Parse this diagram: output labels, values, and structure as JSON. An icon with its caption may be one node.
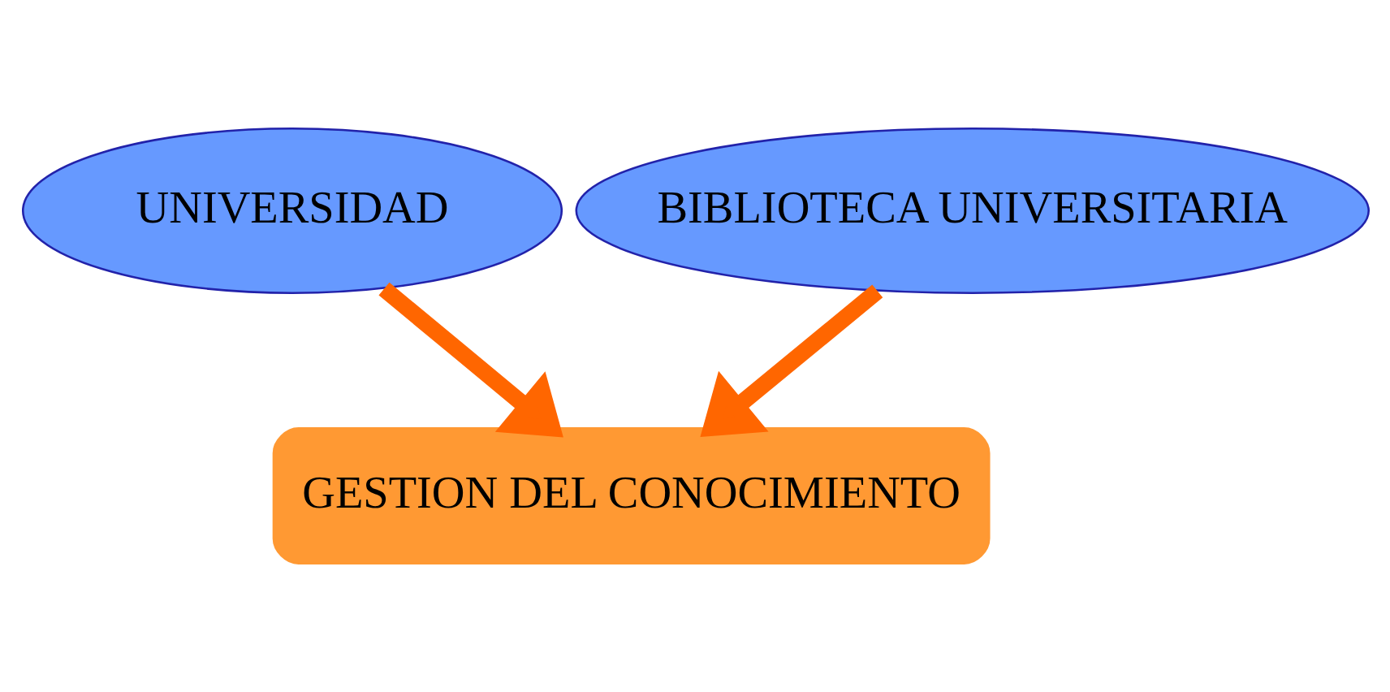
{
  "diagram": {
    "nodes": [
      {
        "text": [
          "UNIVERSIDAD"
        ]
      },
      {
        "text": [
          "BIBLIOTECA UNIVERSITARIA"
        ]
      },
      {
        "text": [
          "GESTION DEL CONOCIMIENTO"
        ]
      }
    ],
    "edges": [
      {
        "from": 0,
        "to": 2,
        "arrow": "to"
      },
      {
        "from": 1,
        "to": 2,
        "arrow": "to"
      }
    ]
  }
}
